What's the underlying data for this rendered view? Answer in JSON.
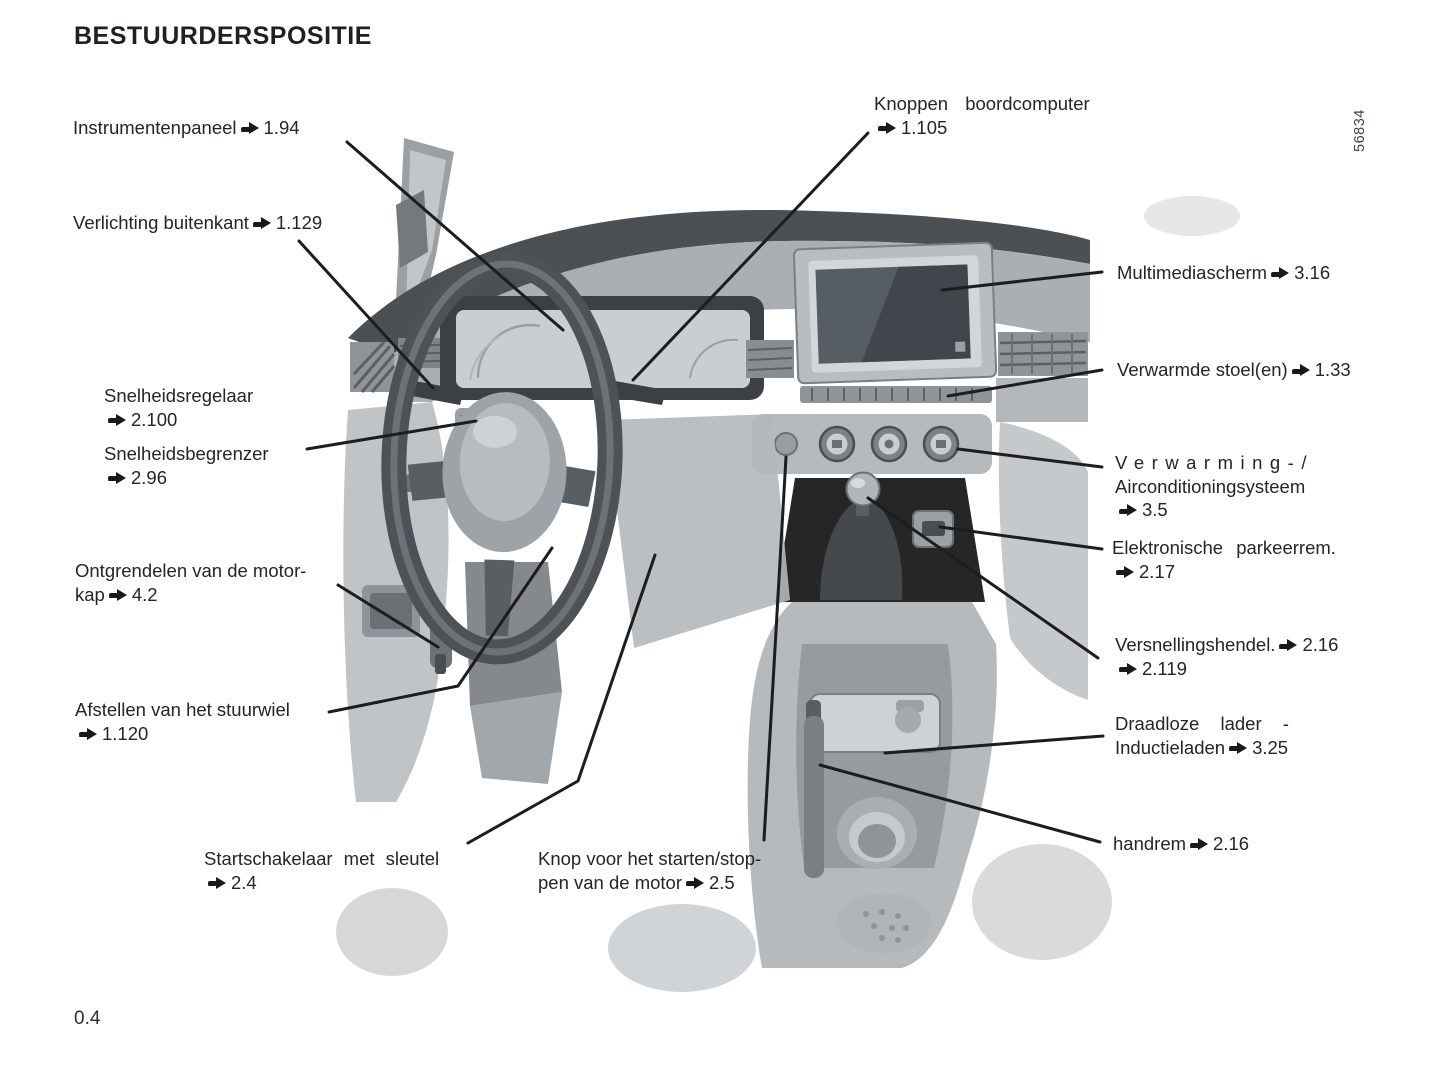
{
  "page": {
    "title": "BESTUURDERSPOSITIE",
    "page_number": "0.4",
    "figure_number": "56834"
  },
  "callouts": {
    "instrumentenpaneel": {
      "text": "Instrumentenpaneel",
      "ref": "1.94"
    },
    "verlichting_buitenkant": {
      "text": "Verlichting buitenkant",
      "ref": "1.129"
    },
    "knoppen_boordcomputer": {
      "text": "Knoppen boordcomputer",
      "ref": "1.105"
    },
    "multimediascherm": {
      "text": "Multimediascherm",
      "ref": "3.16"
    },
    "verwarmde_stoelen": {
      "text": "Verwarmde stoel(en)",
      "ref": "1.33"
    },
    "snelheidsregelaar": {
      "text": "Snelheidsregelaar",
      "ref": "2.100"
    },
    "snelheidsbegrenzer": {
      "text": "Snelheidsbegrenzer",
      "ref": "2.96"
    },
    "verwarming_airco": {
      "text_line1": "Verwarming-/",
      "text_line2": "Airconditioningsysteem",
      "ref": "3.5"
    },
    "elektronische_parkeerrem": {
      "text": "Elektronische parkeerrem.",
      "ref": "2.17"
    },
    "ontgrendelen_motorkap": {
      "text_line1": "Ontgrendelen van de motor-",
      "text_line2": "kap",
      "ref": "4.2"
    },
    "versnellingshendel": {
      "text": "Versnellingshendel.",
      "ref": "2.16",
      "ref2": "2.119"
    },
    "afstellen_stuurwiel": {
      "text": "Afstellen van het stuurwiel",
      "ref": "1.120"
    },
    "draadloze_lader": {
      "text_line1": "Draadloze lader -",
      "text_line2": "Inductieladen",
      "ref": "3.25"
    },
    "handrem": {
      "text": "handrem",
      "ref": "2.16"
    },
    "startschakelaar": {
      "text": "Startschakelaar met sleutel",
      "ref": "2.4"
    },
    "knop_starten_stoppen": {
      "text_line1": "Knop voor het starten/stop-",
      "text_line2": "pen van de motor",
      "ref": "2.5"
    }
  }
}
